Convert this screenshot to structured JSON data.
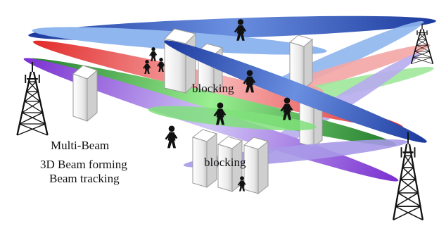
{
  "labels": {
    "multi_beam": "Multi-Beam",
    "beam_forming": "3D Beam forming",
    "beam_tracking": "Beam tracking",
    "blocking_top": "blocking",
    "blocking_bottom": "blocking"
  },
  "colors": {
    "beam_blue": "#2b4fbf",
    "beam_red": "#e83a3a",
    "beam_green": "#2e9a3a",
    "beam_purple": "#8a4ad8",
    "beam_light_blue": "#8fb6ee",
    "beam_pink": "#f08c8c",
    "beam_light_green": "#7fe07a",
    "beam_lavender": "#a999e8",
    "building": "#f2f2f2",
    "tower": "#111111",
    "person": "#111111"
  },
  "icons": {
    "tower": "cell-tower-icon",
    "person": "pedestrian-icon",
    "building": "building-icon"
  }
}
